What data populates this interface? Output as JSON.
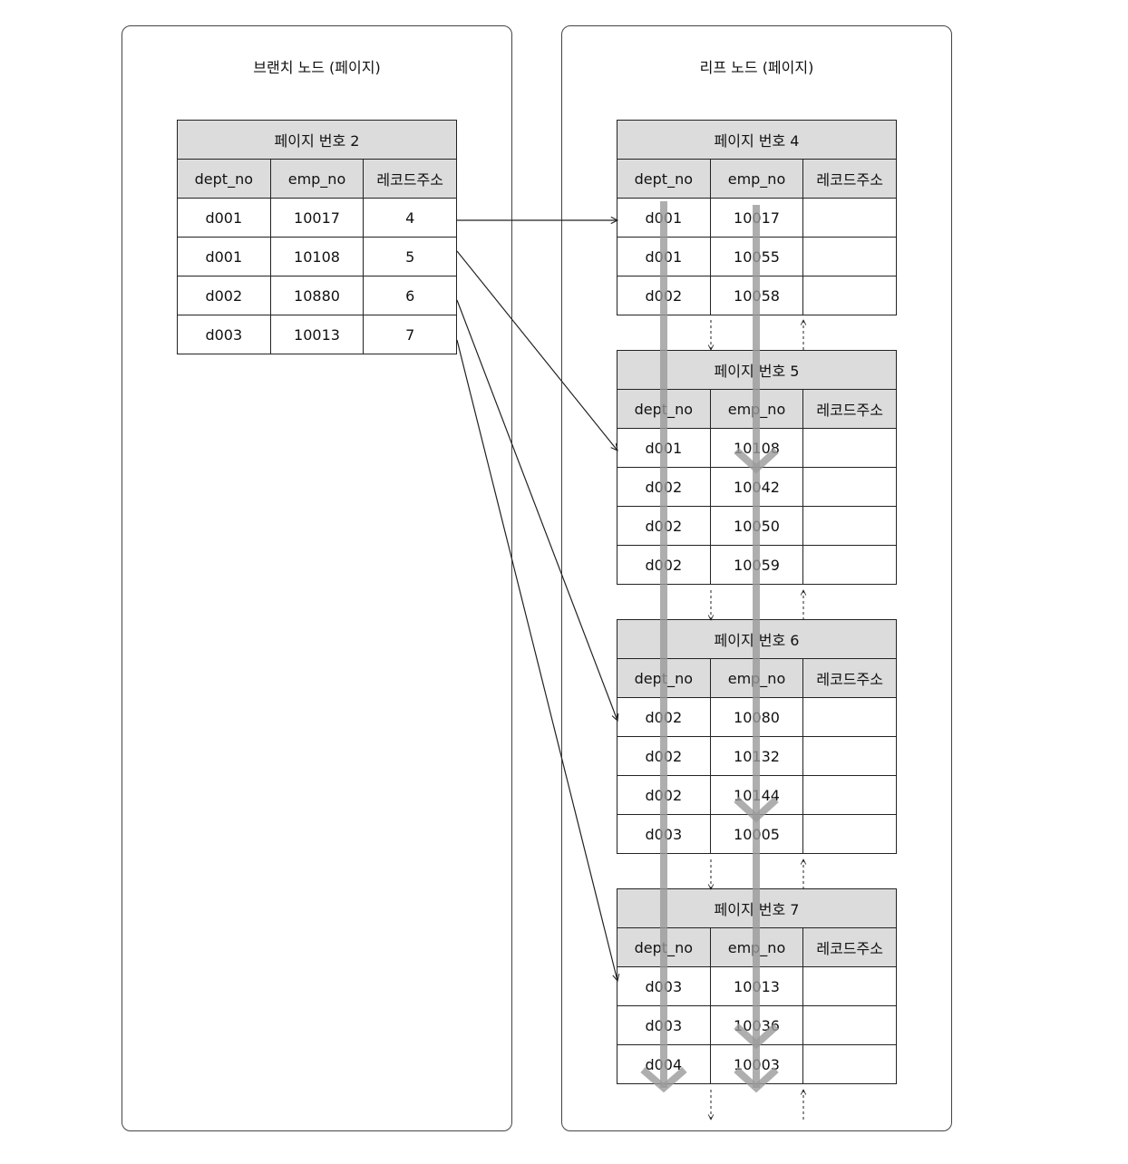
{
  "branch": {
    "title": "브랜치 노드 (페이지)",
    "page": {
      "label": "페이지 번호 2",
      "columns": [
        "dept_no",
        "emp_no",
        "레코드주소"
      ],
      "rows": [
        [
          "d001",
          "10017",
          "4"
        ],
        [
          "d001",
          "10108",
          "5"
        ],
        [
          "d002",
          "10880",
          "6"
        ],
        [
          "d003",
          "10013",
          "7"
        ]
      ]
    }
  },
  "leaf": {
    "title": "리프 노드 (페이지)",
    "pages": [
      {
        "label": "페이지 번호 4",
        "columns": [
          "dept_no",
          "emp_no",
          "레코드주소"
        ],
        "rows": [
          [
            "d001",
            "10017",
            ""
          ],
          [
            "d001",
            "10055",
            ""
          ],
          [
            "d002",
            "10058",
            ""
          ]
        ]
      },
      {
        "label": "페이지 번호 5",
        "columns": [
          "dept_no",
          "emp_no",
          "레코드주소"
        ],
        "rows": [
          [
            "d001",
            "10108",
            ""
          ],
          [
            "d002",
            "10042",
            ""
          ],
          [
            "d002",
            "10050",
            ""
          ],
          [
            "d002",
            "10059",
            ""
          ]
        ]
      },
      {
        "label": "페이지 번호 6",
        "columns": [
          "dept_no",
          "emp_no",
          "레코드주소"
        ],
        "rows": [
          [
            "d002",
            "10080",
            ""
          ],
          [
            "d002",
            "10132",
            ""
          ],
          [
            "d002",
            "10144",
            ""
          ],
          [
            "d003",
            "10005",
            ""
          ]
        ]
      },
      {
        "label": "페이지 번호 7",
        "columns": [
          "dept_no",
          "emp_no",
          "레코드주소"
        ],
        "rows": [
          [
            "d003",
            "10013",
            ""
          ],
          [
            "d003",
            "10036",
            ""
          ],
          [
            "d004",
            "10003",
            ""
          ]
        ]
      }
    ]
  },
  "colors": {
    "header_fill": "#dcdcdc",
    "scan_arrow": "#a6a6a6",
    "line": "#222222"
  }
}
